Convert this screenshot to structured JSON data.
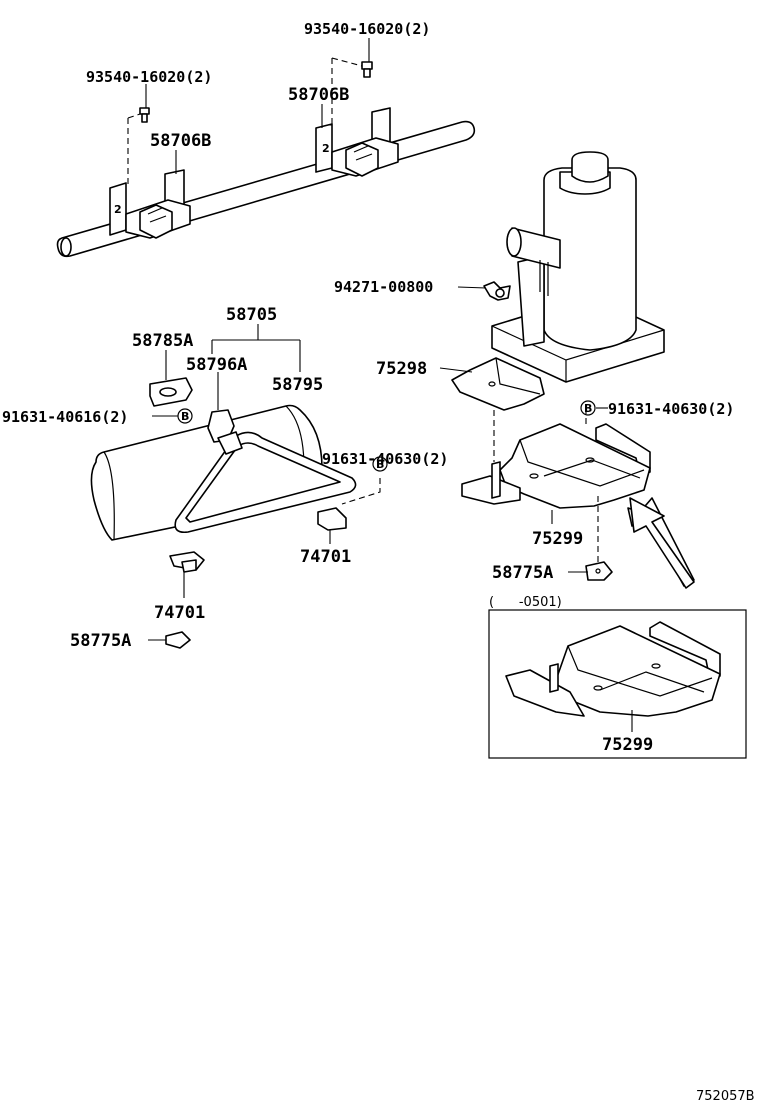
{
  "labels": {
    "bolt_top_right": "93540-16020(2)",
    "bolt_top_left": "93540-16020(2)",
    "bracket_left": "58706B",
    "bracket_right": "58706B",
    "wing_bolt": "94271-00800",
    "tool_bag": "58705",
    "strap_clip": "58785A",
    "clip_a": "58796A",
    "strap": "58795",
    "screw_left": "91631-40616(2)",
    "screw_mid": "91631-40630(2)",
    "screw_right": "91631-40630(2)",
    "jack_plate": "75298",
    "jack_holder": "75299",
    "bracket_mid": "74701",
    "bracket_low": "74701",
    "clip_low_left": "58775A",
    "clip_low_right": "58775A",
    "inset_range": "(      -0501)",
    "inset_holder": "75299",
    "b_mark": "B",
    "drawing_code": "752057B"
  }
}
